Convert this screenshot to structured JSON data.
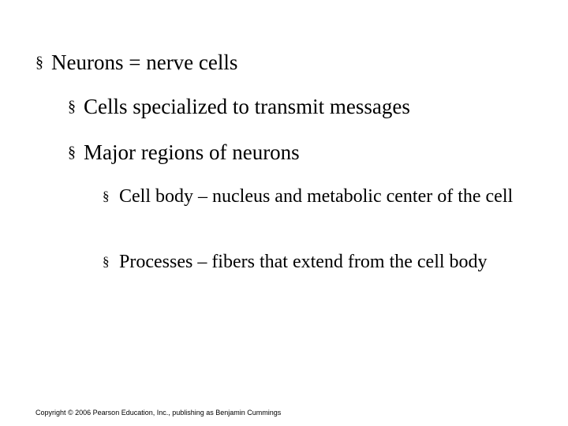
{
  "slide": {
    "bullet_symbol": "§",
    "bullets": [
      {
        "text": "Neurons = nerve cells"
      },
      {
        "text": "Cells specialized to transmit messages"
      },
      {
        "text": "Major regions of neurons"
      },
      {
        "text": "Cell body – nucleus and metabolic center of the cell"
      },
      {
        "text": "Processes – fibers that extend from the cell body"
      }
    ],
    "footer": "Copyright © 2006 Pearson Education, Inc., publishing as Benjamin Cummings"
  }
}
